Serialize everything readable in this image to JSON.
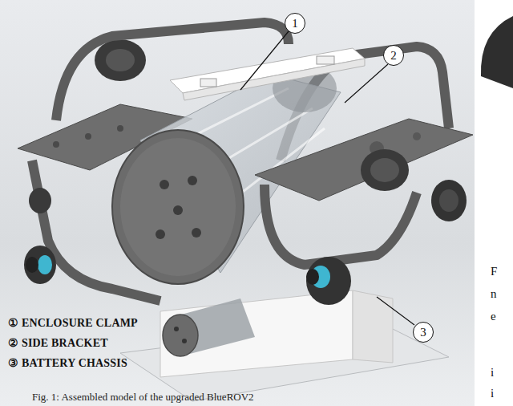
{
  "diagram": {
    "caption": "Fig. 1: Assembled model of the upgraded BlueROV2",
    "nodes": [
      {
        "text": [
          "1"
        ]
      },
      {
        "text": [
          "2"
        ]
      },
      {
        "text": [
          "3"
        ]
      }
    ],
    "labels": [
      "① ENCLOSURE CLAMP",
      "② SIDE BRACKET",
      "③ BATTERY CHASSIS",
      "F",
      "n",
      "e",
      "i",
      "i"
    ]
  }
}
